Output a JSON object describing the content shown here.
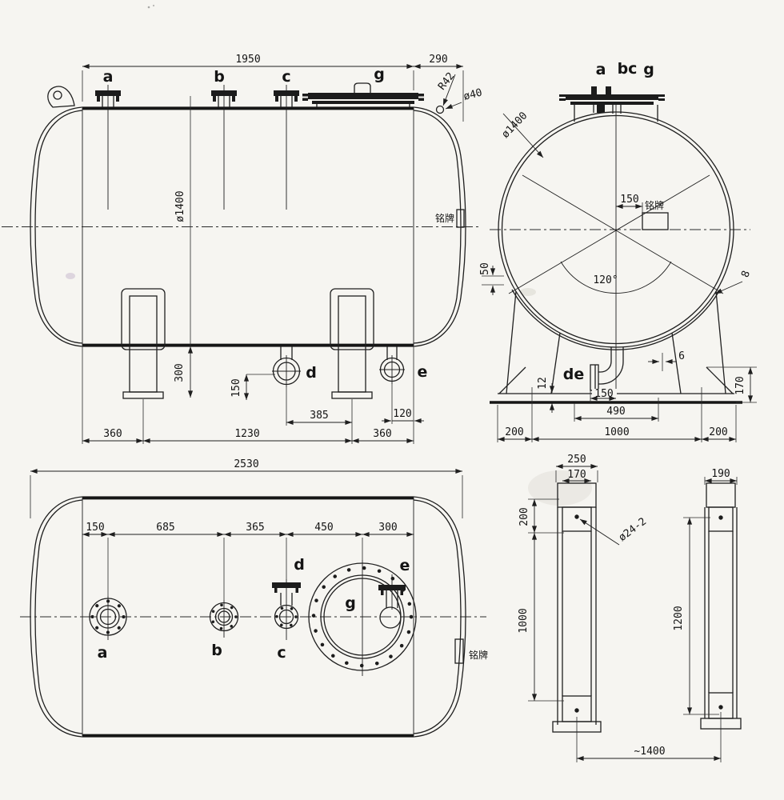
{
  "side_view": {
    "nozzle_labels": {
      "a": "a",
      "b": "b",
      "c": "c",
      "g": "g",
      "d": "d",
      "e": "e"
    },
    "dims": {
      "span_top": "1950",
      "head_len": "290",
      "radius": "R42",
      "vent": "ø40",
      "diameter": "ø1400",
      "saddle_h": "300",
      "drain_h": "150",
      "d_offset": "385",
      "e_offset": "120",
      "saddle_left": "360",
      "saddle_center": "1230",
      "saddle_right": "360"
    },
    "nameplate": "铭牌"
  },
  "end_view": {
    "nozzle_labels": {
      "a": "a",
      "bc": "bc",
      "g": "g",
      "de": "de"
    },
    "dims": {
      "diameter": "ø1400",
      "np_offset": "150",
      "wrap_angle": "120°",
      "shell_thk": "8",
      "clearance": "50",
      "wear_thk": "6",
      "base_thk": "12",
      "drain_offset": "150",
      "base_inner": "490",
      "base_left": "200",
      "base_center": "1000",
      "base_right": "200",
      "gusset_h": "170"
    },
    "nameplate": "铭牌"
  },
  "plan_view": {
    "dims": {
      "overall": "2530",
      "chain": [
        "150",
        "685",
        "365",
        "450",
        "300"
      ]
    },
    "nozzle_labels": {
      "a": "a",
      "b": "b",
      "c": "c",
      "d": "d",
      "e": "e",
      "g": "g"
    },
    "nameplate": "铭牌"
  },
  "saddle_views": {
    "left": {
      "width_outer": "250",
      "width_inner": "170",
      "hole_top": "200",
      "holes": "ø24-2",
      "pitch": "1000"
    },
    "right": {
      "width": "190",
      "pitch": "1200"
    },
    "spacing": "~1400"
  }
}
